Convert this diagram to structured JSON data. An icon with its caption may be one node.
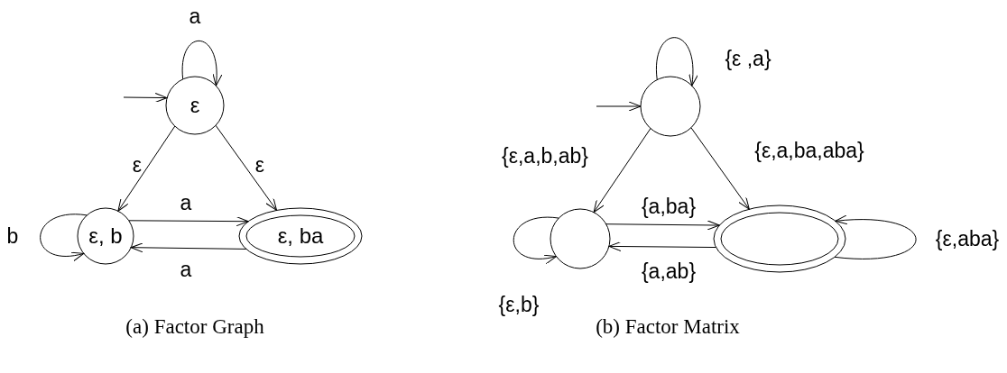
{
  "diagram": {
    "nodes": [
      {
        "text": [
          "ε"
        ]
      },
      {
        "text": [
          "ε, b"
        ]
      },
      {
        "text": [
          "ε, ba"
        ]
      },
      {
        "text": [],
        "shape": "circle"
      },
      {
        "text": [],
        "shape": "circle"
      },
      {
        "text": [],
        "shape": "ellipse"
      }
    ],
    "edges": [
      {
        "from": 0,
        "to": 0,
        "label": "a",
        "arrow": "to"
      },
      {
        "from": null,
        "to": 0,
        "arrow": "to"
      },
      {
        "from": 0,
        "to": 1,
        "label": "ε",
        "arrow": "to"
      },
      {
        "from": 0,
        "to": 2,
        "label": "ε",
        "arrow": "to"
      },
      {
        "from": 1,
        "to": 1,
        "label": "b",
        "arrow": "to"
      },
      {
        "from": 1,
        "to": 2,
        "label": "a",
        "arrow": "to"
      },
      {
        "from": 2,
        "to": 1,
        "label": "a",
        "arrow": "to"
      },
      {
        "from": 3,
        "to": 3,
        "label": "{ε ,a}",
        "arrow": "to"
      },
      {
        "from": null,
        "to": 3,
        "arrow": "to"
      },
      {
        "from": 3,
        "to": 4,
        "label": "{ε,a,b,ab}",
        "arrow": "to"
      },
      {
        "from": 3,
        "to": 5,
        "label": "{ε,a,ba,aba}",
        "arrow": "to"
      },
      {
        "from": 4,
        "to": 4,
        "label": "{ε,b}",
        "arrow": "to"
      },
      {
        "from": 4,
        "to": 5,
        "label": "{a,ba}",
        "arrow": "to"
      },
      {
        "from": 5,
        "to": 4,
        "label": "{a,ab}",
        "arrow": "to"
      },
      {
        "from": 5,
        "to": 5,
        "label": "{ε,aba}",
        "arrow": "to"
      }
    ],
    "labels": [
      "(a) Factor Graph",
      "(b) Factor Matrix"
    ]
  }
}
